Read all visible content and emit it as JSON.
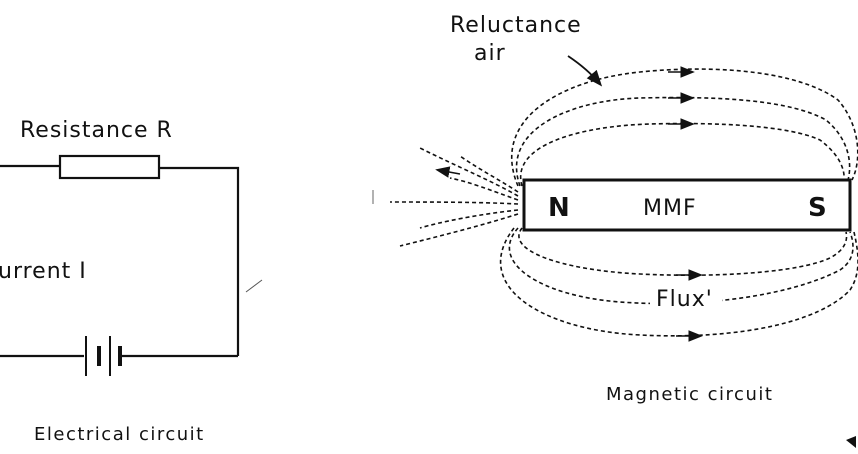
{
  "electrical": {
    "resistance_label": "Resistance R",
    "current_label": "urrent I",
    "caption": "Electrical circuit"
  },
  "magnetic": {
    "reluctance_label": "Reluctance",
    "air_label": "air",
    "north_label": "N",
    "mmf_label": "MMF",
    "south_label": "S",
    "flux_label": "Flux'",
    "caption": "Magnetic circuit"
  }
}
